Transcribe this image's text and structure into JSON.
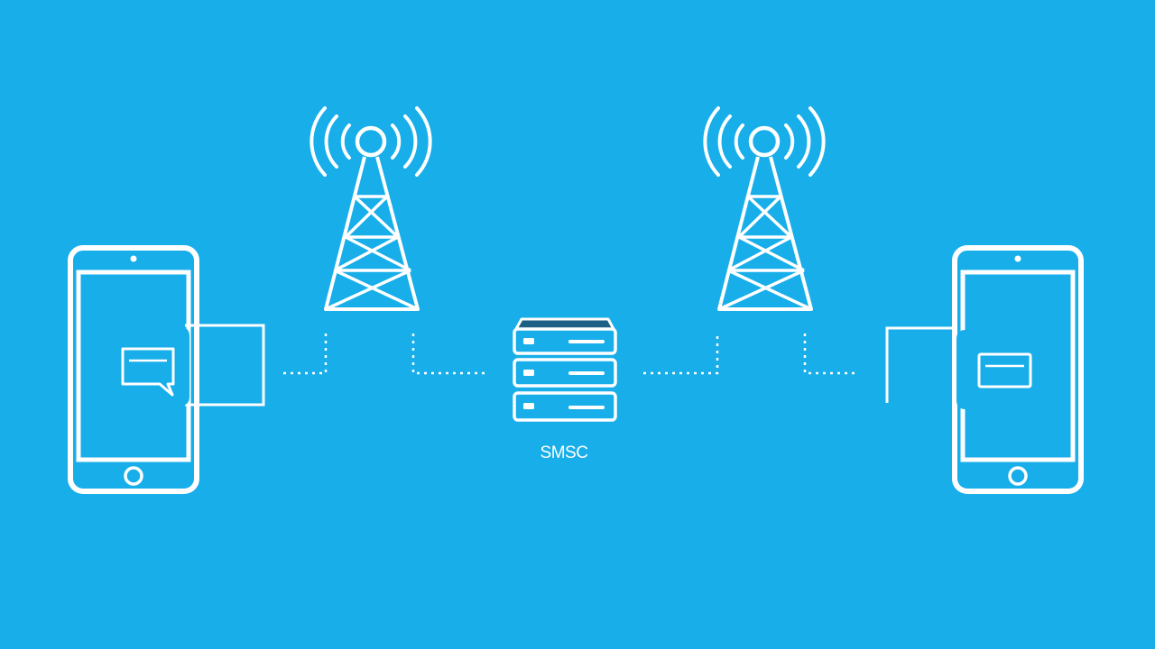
{
  "diagram": {
    "background_color": "#17aeea",
    "line_color": "#ffffff",
    "bubble_color": "#17aeea",
    "server_fill_color": "#1e5f86",
    "server": {
      "label": "SMSC",
      "icon": "server-stack-icon"
    },
    "nodes": [
      {
        "role": "sender-phone",
        "icon": "smartphone-icon"
      },
      {
        "role": "sender-tower",
        "icon": "cell-tower-icon"
      },
      {
        "role": "message-center",
        "icon": "server-stack-icon"
      },
      {
        "role": "receiver-tower",
        "icon": "cell-tower-icon"
      },
      {
        "role": "receiver-phone",
        "icon": "smartphone-icon"
      }
    ]
  }
}
